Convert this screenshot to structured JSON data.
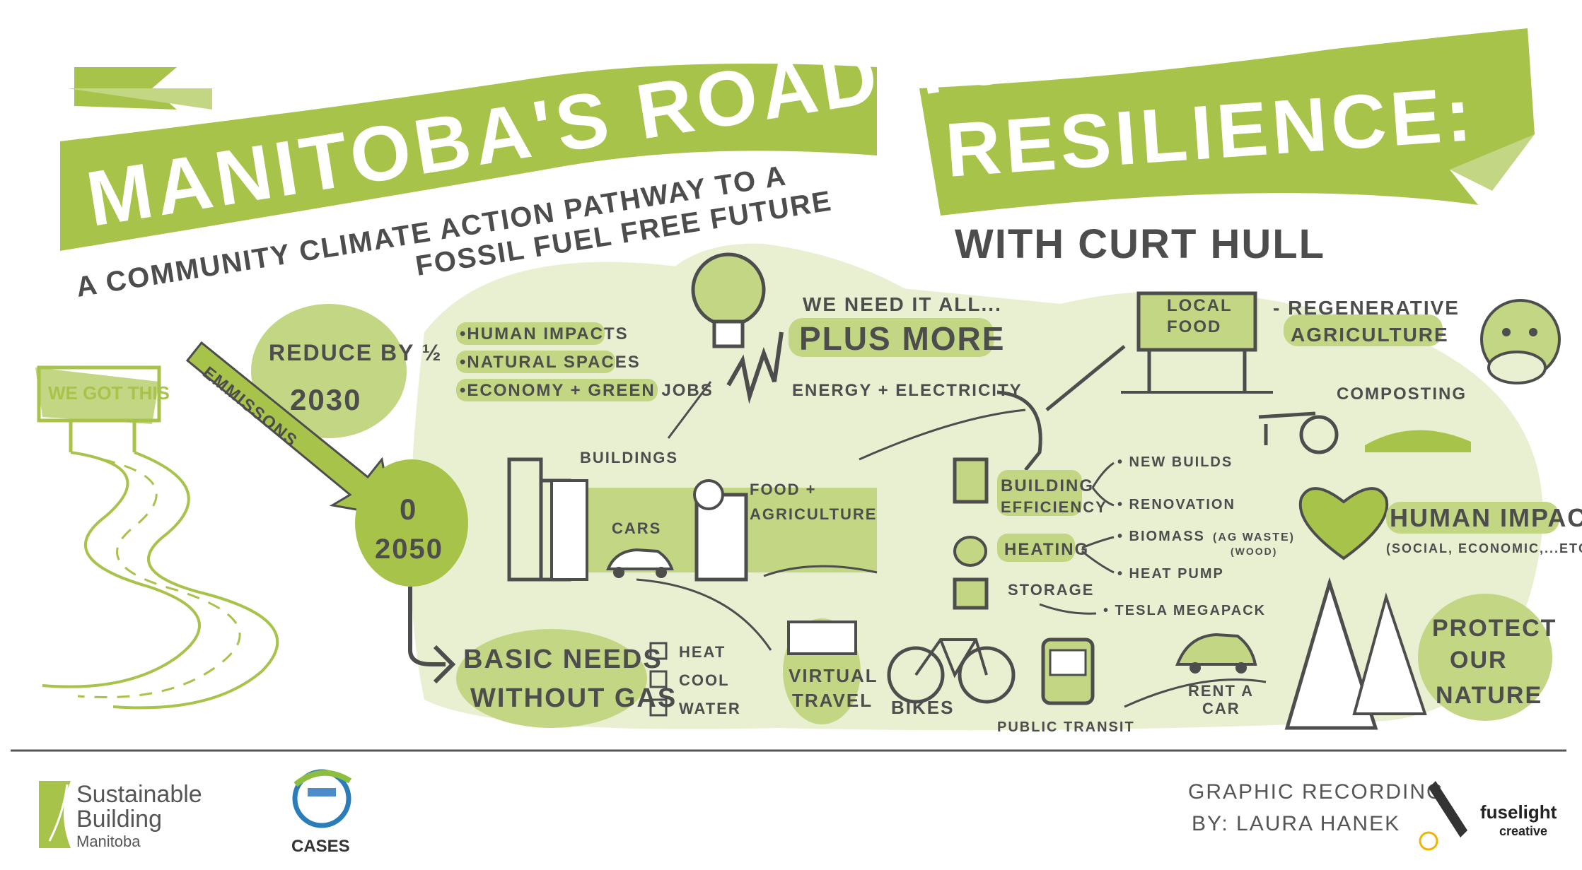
{
  "banner": {
    "title_line1": "MANITOBA'S ROAD TO",
    "title_line2": "RESILIENCE:",
    "subtitle_line1": "A COMMUNITY CLIMATE ACTION PATHWAY TO A",
    "subtitle_line2": "FOSSIL FUEL FREE FUTURE",
    "speaker": "WITH CURT HULL"
  },
  "road": {
    "sign": "WE GOT THIS"
  },
  "targets": {
    "reduce_line1": "REDUCE BY ½",
    "reduce_year": "2030",
    "arrow_label": "EMMISSONS",
    "zero": "0",
    "zero_year": "2050"
  },
  "impacts_list": [
    "•HUMAN IMPACTS",
    "•NATURAL SPACES",
    "•ECONOMY + GREEN JOBS"
  ],
  "sectors": {
    "buildings": "BUILDINGS",
    "cars": "CARS",
    "food_line1": "FOOD +",
    "food_line2": "AGRICULTURE"
  },
  "need": {
    "line1": "WE NEED IT ALL...",
    "line2": "PLUS MORE",
    "energy": "ENERGY + ELECTRICITY"
  },
  "efficiency": {
    "building_line1": "BUILDING",
    "building_line2": "EFFICIENCY",
    "new_builds": "• NEW BUILDS",
    "renovation": "• RENOVATION",
    "heating": "HEATING",
    "biomass": "• BIOMASS",
    "biomass_note1": "(AG WASTE)",
    "biomass_note2": "(WOOD)",
    "heat_pump": "• HEAT PUMP",
    "storage": "STORAGE",
    "tesla": "• TESLA MEGAPACK"
  },
  "agri": {
    "sign_line1": "LOCAL",
    "sign_line2": "FOOD",
    "regen_line1": "- REGENERATIVE",
    "regen_line2": "AGRICULTURE",
    "composting": "COMPOSTING"
  },
  "human": {
    "title": "HUMAN IMPACTS",
    "sub": "(SOCIAL, ECONOMIC,...ETC)"
  },
  "nature": [
    "PROTECT",
    "OUR",
    "NATURE"
  ],
  "basic": {
    "line1": "BASIC NEEDS",
    "line2": "WITHOUT GAS",
    "checks": [
      "HEAT",
      "COOL",
      "WATER"
    ]
  },
  "transport": {
    "virtual_line1": "VIRTUAL",
    "virtual_line2": "TRAVEL",
    "bikes": "BIKES",
    "transit": "PUBLIC TRANSIT",
    "rent_line1": "RENT A",
    "rent_line2": "CAR"
  },
  "footer": {
    "sbm_line1": "Sustainable",
    "sbm_line2": "Building",
    "sbm_line3": "Manitoba",
    "cases": "CASES",
    "credit_line1": "GRAPHIC RECORDING",
    "credit_line2": "BY: LAURA HANEK",
    "fuselight": "fuselight",
    "fuselight_sub": "creative"
  },
  "colors": {
    "green": "#a8c34a",
    "light_green": "#e9f0d2",
    "mid_green": "#c2d684",
    "ink": "#4d4d4d"
  }
}
